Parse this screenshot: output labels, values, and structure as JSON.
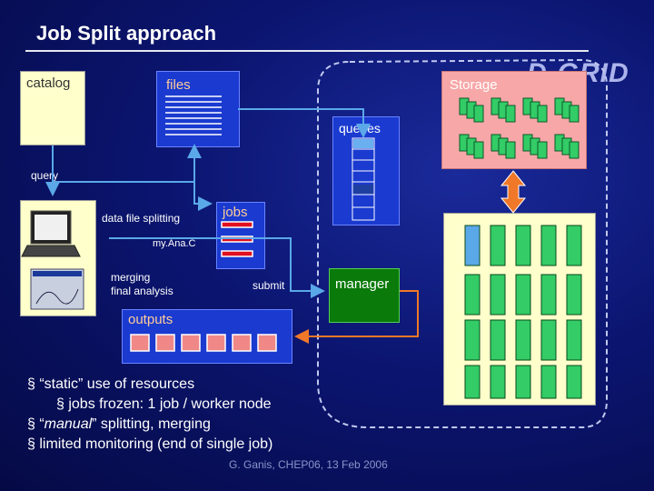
{
  "slide": {
    "title": "Job Split approach",
    "footer": "G. Ganis, CHEP06, 13 Feb 2006",
    "logo_text": "D-GRID"
  },
  "labels": {
    "catalog": "catalog",
    "files": "files",
    "storage": "Storage",
    "queues": "queues",
    "query": "query",
    "data_file_splitting": "data file splitting",
    "jobs": "jobs",
    "myana": "my.Ana.C",
    "merging_line1": "merging",
    "merging_line2": "final analysis",
    "submit": "submit",
    "manager": "manager",
    "outputs": "outputs"
  },
  "bullets": [
    {
      "pre": "§ “static” use of resources",
      "italic": "",
      "post": ""
    },
    {
      "pre": "§ jobs frozen: 1 job / worker node",
      "italic": "",
      "post": ""
    },
    {
      "pre": "§ “",
      "italic": "manual",
      "post": "” splitting, merging"
    },
    {
      "pre": "§ limited monitoring (end of single job)",
      "italic": "",
      "post": ""
    }
  ],
  "colors": {
    "yellow_box": "#ffffcc",
    "blue_box": "#1a3ad0",
    "pink_box": "#f7a7a7",
    "green_box": "#0a7a0a",
    "arrow_orange": "#f07828",
    "arrow_blue": "#5aa8e8",
    "server_green": "#33cc66"
  }
}
